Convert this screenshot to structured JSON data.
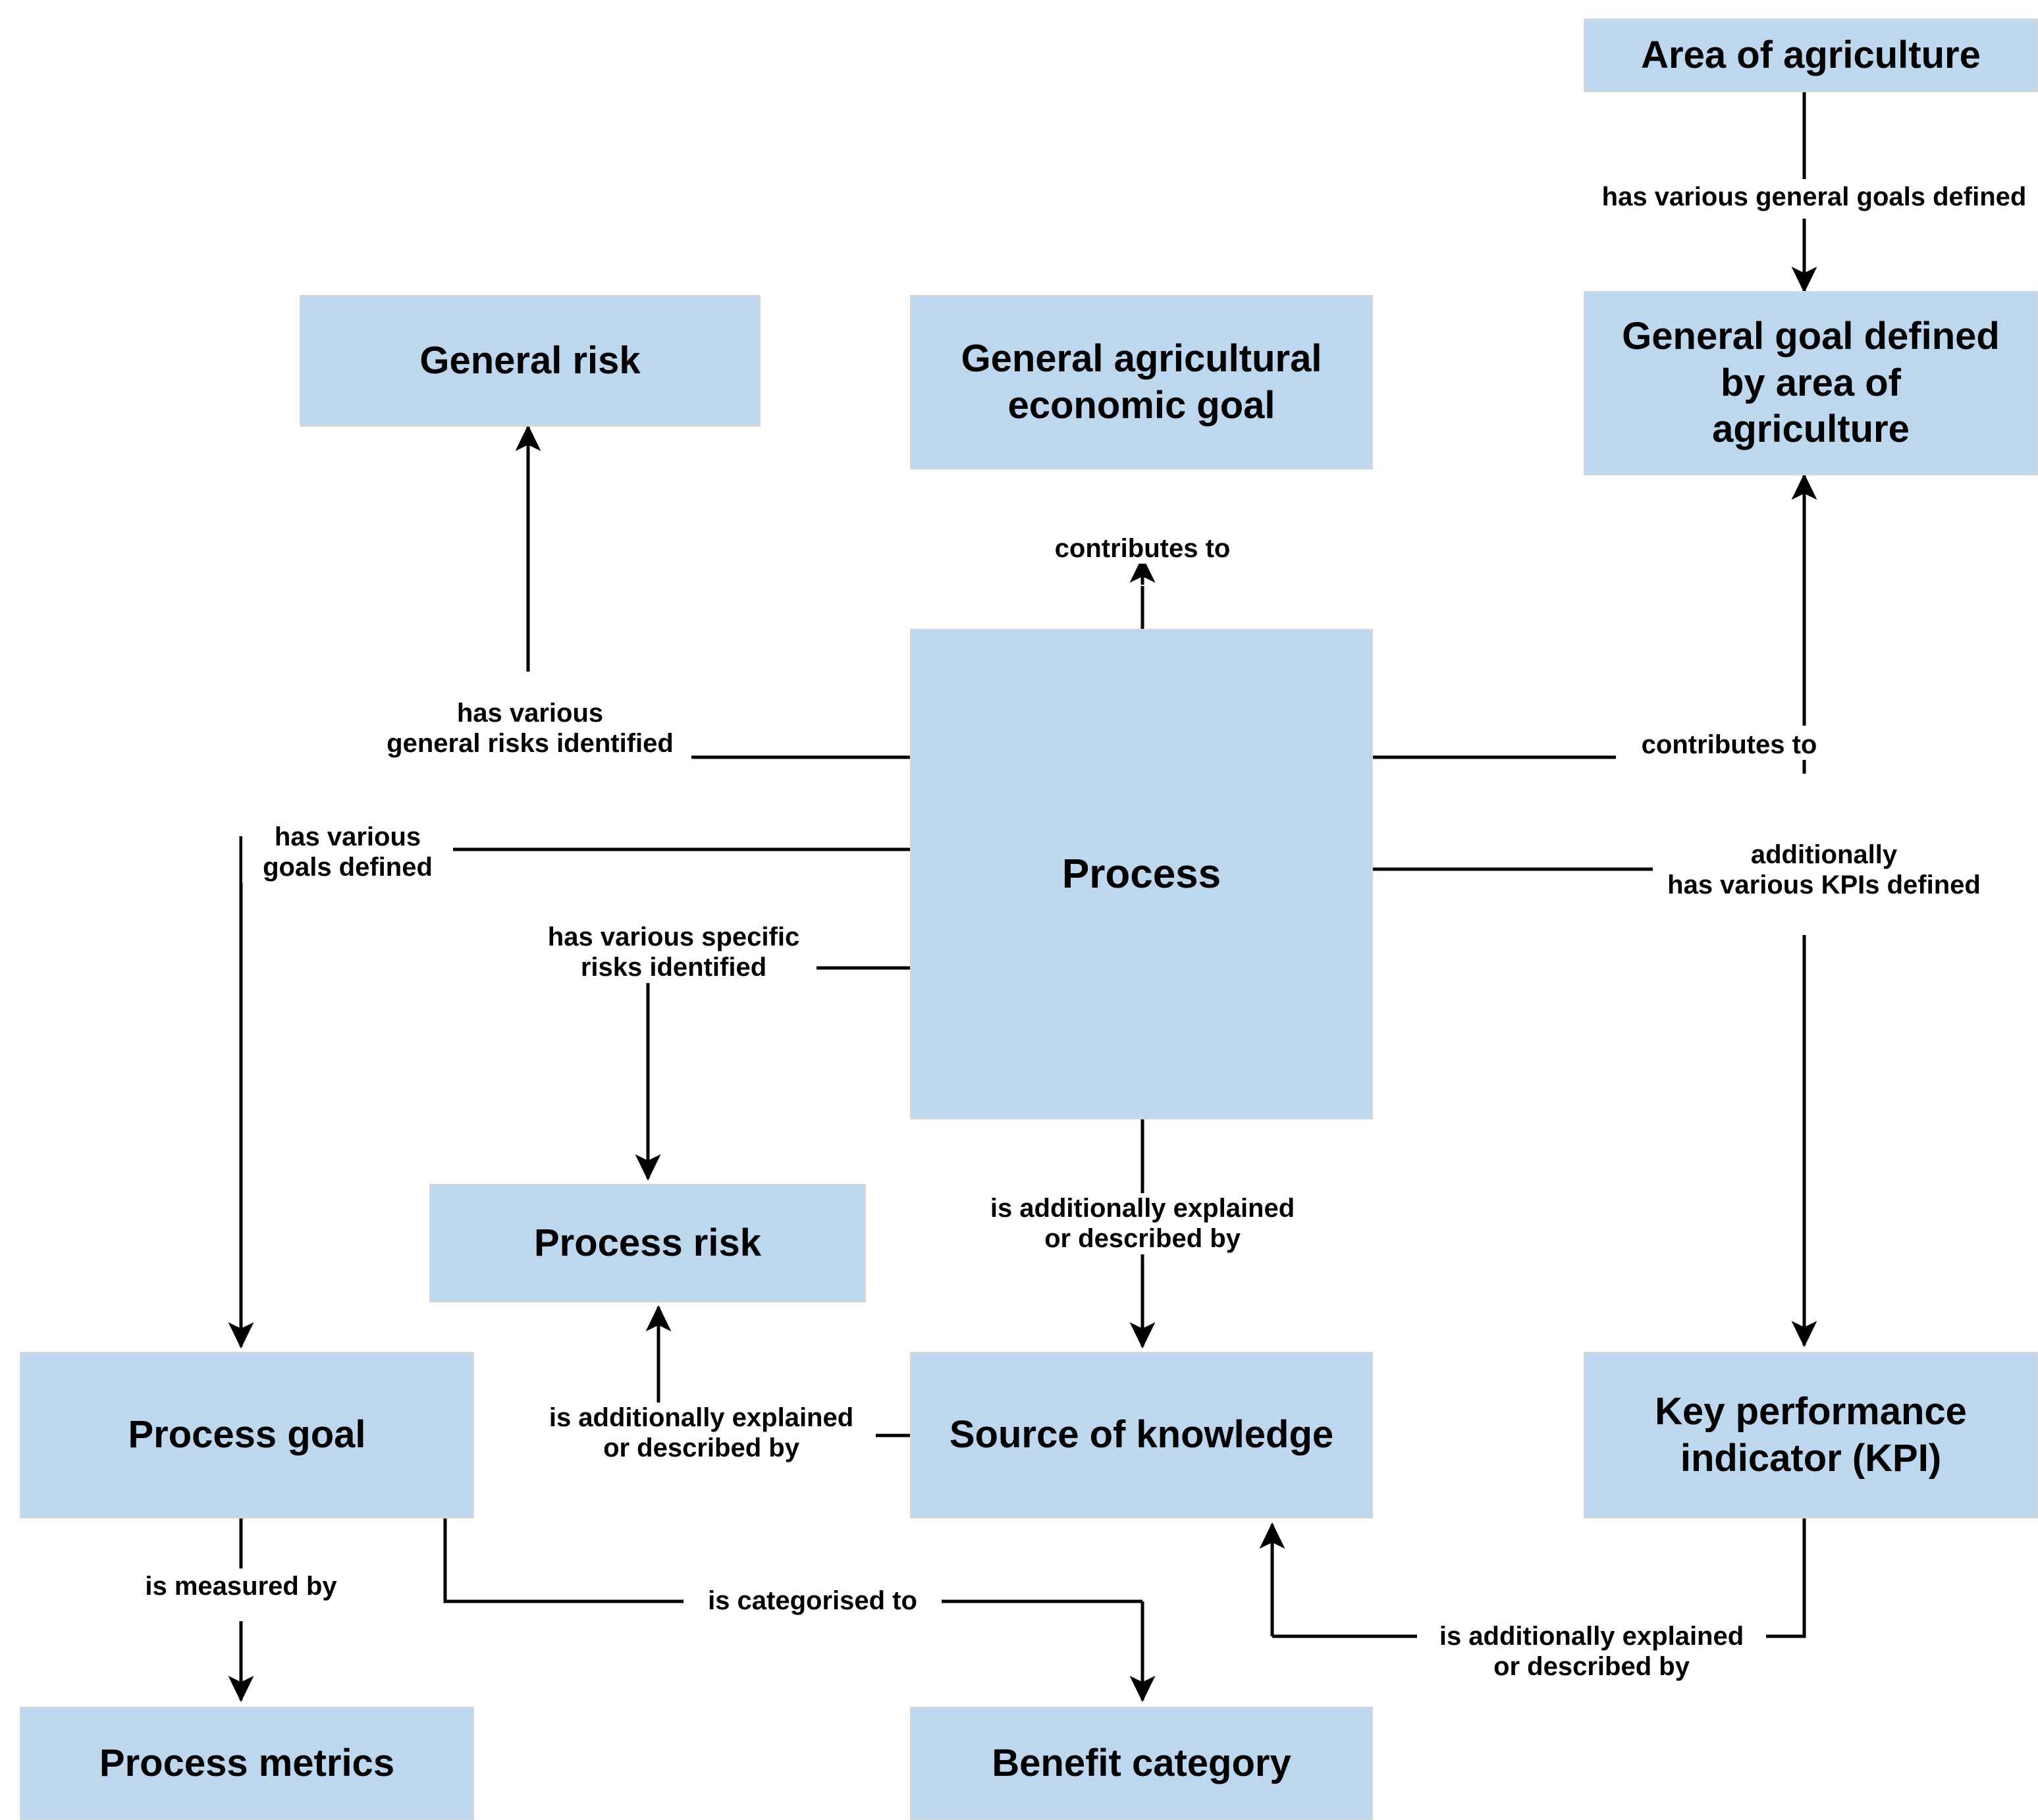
{
  "diagram": {
    "type": "concept-map",
    "background_color": "#ffffff",
    "node_fill_color": "#bdd7ee",
    "node_border_color": "#d6d6d6",
    "edge_color": "#000000",
    "text_color": "#000000",
    "nodes": [
      {
        "id": "area_of_agriculture",
        "label": "Area of agriculture"
      },
      {
        "id": "general_risk",
        "label": "General risk"
      },
      {
        "id": "general_agri_economic_goal",
        "label": "General agricultural\neconomic goal"
      },
      {
        "id": "general_goal_by_area",
        "label": "General goal defined\nby area of\nagriculture"
      },
      {
        "id": "process",
        "label": "Process"
      },
      {
        "id": "process_risk",
        "label": "Process risk"
      },
      {
        "id": "process_goal",
        "label": "Process goal"
      },
      {
        "id": "source_of_knowledge",
        "label": "Source of knowledge"
      },
      {
        "id": "kpi",
        "label": "Key performance\nindicator (KPI)"
      },
      {
        "id": "process_metrics",
        "label": "Process metrics"
      },
      {
        "id": "benefit_category",
        "label": "Benefit category"
      }
    ],
    "edges": [
      {
        "id": "e1",
        "from": "area_of_agriculture",
        "to": "general_goal_by_area",
        "label": "has various general goals defined"
      },
      {
        "id": "e2",
        "from": "process",
        "to": "general_risk",
        "label": "has various\ngeneral risks identified"
      },
      {
        "id": "e3",
        "from": "process",
        "to": "general_agri_economic_goal",
        "label": "contributes to"
      },
      {
        "id": "e4",
        "from": "process",
        "to": "general_goal_by_area",
        "label": "contributes to"
      },
      {
        "id": "e5",
        "from": "process",
        "to": "process_goal",
        "label": "has various\ngoals defined"
      },
      {
        "id": "e6",
        "from": "process",
        "to": "process_risk",
        "label": "has various specific\nrisks identified"
      },
      {
        "id": "e7",
        "from": "process",
        "to": "kpi",
        "label": "additionally\nhas various KPIs defined"
      },
      {
        "id": "e8",
        "from": "process",
        "to": "source_of_knowledge",
        "label": "is additionally explained\nor described by"
      },
      {
        "id": "e9",
        "from": "source_of_knowledge",
        "to": "process_risk",
        "label": "is additionally explained\nor described by"
      },
      {
        "id": "e10",
        "from": "process_goal",
        "to": "process_metrics",
        "label": "is measured by"
      },
      {
        "id": "e11",
        "from": "process_goal",
        "to": "benefit_category",
        "label": "is categorised to"
      },
      {
        "id": "e12",
        "from": "kpi",
        "to": "source_of_knowledge",
        "label": "is additionally explained\nor described by"
      }
    ],
    "edge_labels": {
      "has_various_general_goals_defined": "has various general goals defined",
      "has_various_general_risks_identified": "has various\ngeneral risks identified",
      "contributes_to_center": "contributes to",
      "contributes_to_right": "contributes to",
      "has_various_goals_defined": "has various\ngoals defined",
      "has_various_specific_risks_identified": "has various specific\nrisks identified",
      "additionally_has_various_kpis_defined": "additionally\nhas various KPIs defined",
      "is_additionally_explained_process": "is additionally explained\nor described by",
      "is_additionally_explained_source": "is additionally explained\nor described by",
      "is_measured_by": "is measured by",
      "is_categorised_to": "is categorised to",
      "is_additionally_explained_kpi": "is additionally explained\nor described by"
    }
  }
}
